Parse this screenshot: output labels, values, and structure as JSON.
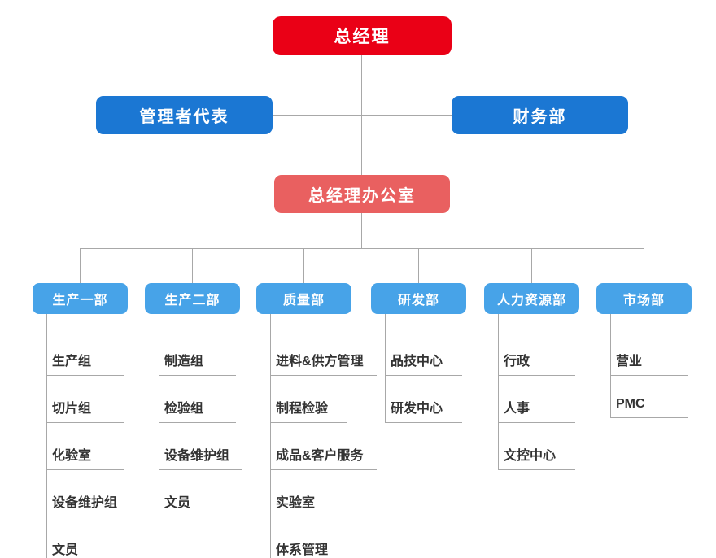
{
  "root": {
    "label": "总经理"
  },
  "level2": [
    {
      "label": "管理者代表"
    },
    {
      "label": "财务部"
    }
  ],
  "office": {
    "label": "总经理办公室"
  },
  "departments": [
    {
      "label": "生产一部",
      "items": [
        "生产组",
        "切片组",
        "化验室",
        "设备维护组",
        "文员"
      ]
    },
    {
      "label": "生产二部",
      "items": [
        "制造组",
        "检验组",
        "设备维护组",
        "文员"
      ]
    },
    {
      "label": "质量部",
      "items": [
        "进料&供方管理",
        "制程检验",
        "成品&客户服务",
        "实验室",
        "体系管理"
      ]
    },
    {
      "label": "研发部",
      "items": [
        "品技中心",
        "研发中心"
      ]
    },
    {
      "label": "人力资源部",
      "items": [
        "行政",
        "人事",
        "文控中心"
      ]
    },
    {
      "label": "市场部",
      "items": [
        "营业",
        "PMC"
      ]
    }
  ],
  "colors": {
    "root_red": "#ea0016",
    "level2_blue": "#1b77d3",
    "office_salmon": "#e96060",
    "dept_blue": "#47a3e8",
    "connector_gray": "#a8a8a8"
  }
}
